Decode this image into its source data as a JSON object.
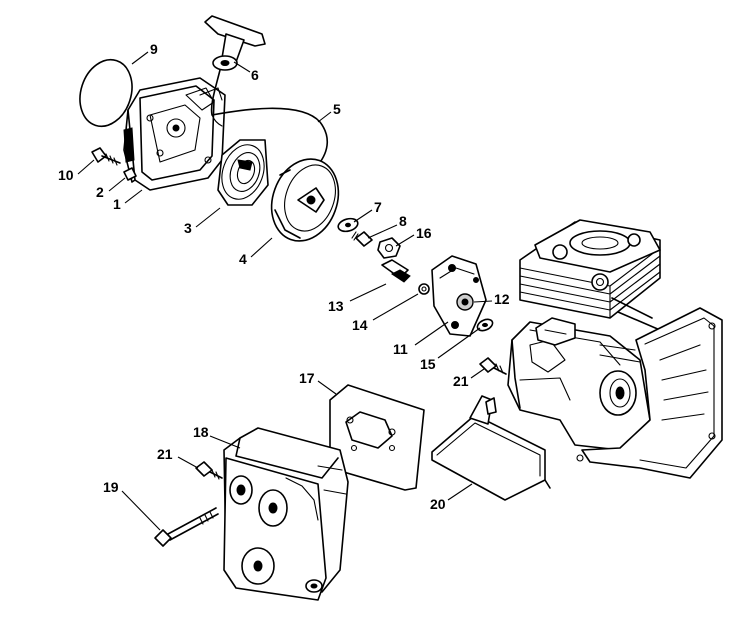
{
  "callouts": [
    {
      "id": "c1",
      "text": "1"
    },
    {
      "id": "c2",
      "text": "2"
    },
    {
      "id": "c3",
      "text": "3"
    },
    {
      "id": "c4",
      "text": "4"
    },
    {
      "id": "c5",
      "text": "5"
    },
    {
      "id": "c6",
      "text": "6"
    },
    {
      "id": "c7",
      "text": "7"
    },
    {
      "id": "c8",
      "text": "8"
    },
    {
      "id": "c9",
      "text": "9"
    },
    {
      "id": "c10",
      "text": "10"
    },
    {
      "id": "c11",
      "text": "11"
    },
    {
      "id": "c12",
      "text": "12"
    },
    {
      "id": "c13",
      "text": "13"
    },
    {
      "id": "c14",
      "text": "14"
    },
    {
      "id": "c15",
      "text": "15"
    },
    {
      "id": "c16",
      "text": "16"
    },
    {
      "id": "c17",
      "text": "17"
    },
    {
      "id": "c18",
      "text": "18"
    },
    {
      "id": "c19",
      "text": "19"
    },
    {
      "id": "c20",
      "text": "20"
    },
    {
      "id": "c21a",
      "text": "21"
    },
    {
      "id": "c21b",
      "text": "21"
    }
  ]
}
